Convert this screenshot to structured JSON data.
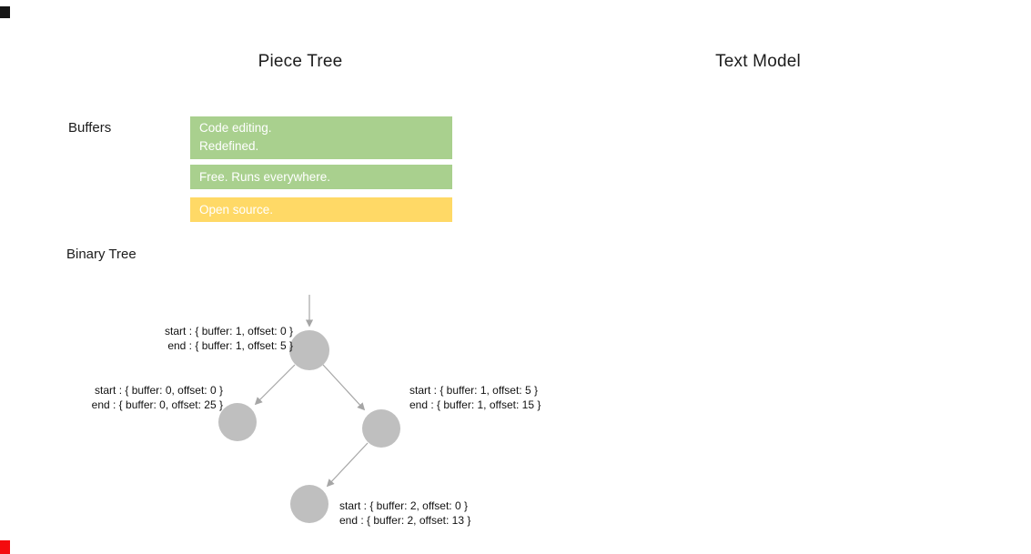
{
  "titles": {
    "left": "Piece Tree",
    "right": "Text Model"
  },
  "labels": {
    "buffers": "Buffers",
    "binary_tree": "Binary Tree"
  },
  "buffers": [
    {
      "name": "buffer-0",
      "fill": "#a9d08e",
      "text_color": "#ffffff",
      "lines": [
        "Code editing.",
        "Redefined."
      ]
    },
    {
      "name": "buffer-1",
      "fill": "#a9d08e",
      "text_color": "#ffffff",
      "lines": [
        "Free. Runs everywhere."
      ]
    },
    {
      "name": "buffer-2",
      "fill": "#ffd966",
      "text_color": "#ffffff",
      "lines": [
        "Open source."
      ]
    }
  ],
  "tree": {
    "node_fill": "#bfbfbf",
    "edge_color": "#a6a6a6",
    "nodes": [
      {
        "name": "root",
        "label_lines": [
          "start : { buffer: 1, offset: 0 }",
          "end : { buffer: 1, offset: 5 }"
        ]
      },
      {
        "name": "left-child",
        "label_lines": [
          "start : { buffer: 0, offset: 0 }",
          "end : { buffer: 0, offset: 25 }"
        ]
      },
      {
        "name": "right-child",
        "label_lines": [
          "start : { buffer: 1, offset: 5 }",
          "end : { buffer: 1, offset: 15 }"
        ]
      },
      {
        "name": "bottom-child",
        "label_lines": [
          "start : { buffer: 2, offset: 0 }",
          "end : { buffer: 2, offset: 13 }"
        ]
      }
    ]
  },
  "decorations": {
    "top_left_mark_color": "#161616",
    "bottom_left_mark_color": "#f40b0e"
  }
}
